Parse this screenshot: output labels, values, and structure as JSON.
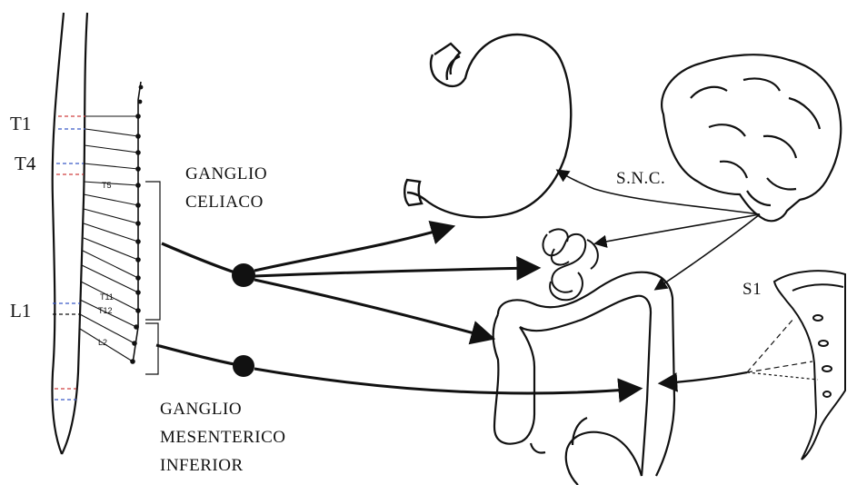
{
  "spine_levels": {
    "t1": "T1",
    "t4": "T4",
    "l1": "L1"
  },
  "chain_levels": {
    "t5": "T5",
    "t11": "T11",
    "t12": "T12",
    "l2": "L2"
  },
  "ganglia": {
    "celiac_line1": "GANGLIO",
    "celiac_line2": "CELIACO",
    "mesenteric_line1": "GANGLIO",
    "mesenteric_line2": "MESENTERICO",
    "mesenteric_line3": "INFERIOR"
  },
  "cns_label": "S.N.C.",
  "sacral_label": "S1",
  "colors": {
    "ink": "#111111",
    "red_dash": "#d04040",
    "blue_dash": "#3a5ac8",
    "background": "#ffffff"
  }
}
